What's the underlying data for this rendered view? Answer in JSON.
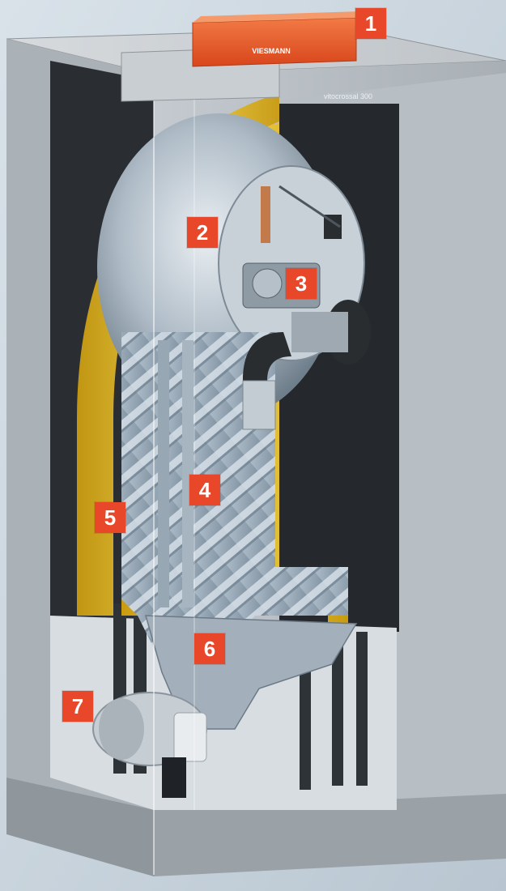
{
  "brand": {
    "logo_text": "VIESMANN",
    "model_text": "vitocrossal 300"
  },
  "colors": {
    "background": "#cfd9e1",
    "callout": "#e8472a",
    "casing": "#b5bcc2",
    "casing_dark": "#2b2f33",
    "insulation": "#e6c02a",
    "steel": "#9aa7b3",
    "control_panel": "#e85a2a"
  },
  "callouts": [
    {
      "number": "1"
    },
    {
      "number": "2"
    },
    {
      "number": "3"
    },
    {
      "number": "4"
    },
    {
      "number": "5"
    },
    {
      "number": "6"
    },
    {
      "number": "7"
    }
  ]
}
